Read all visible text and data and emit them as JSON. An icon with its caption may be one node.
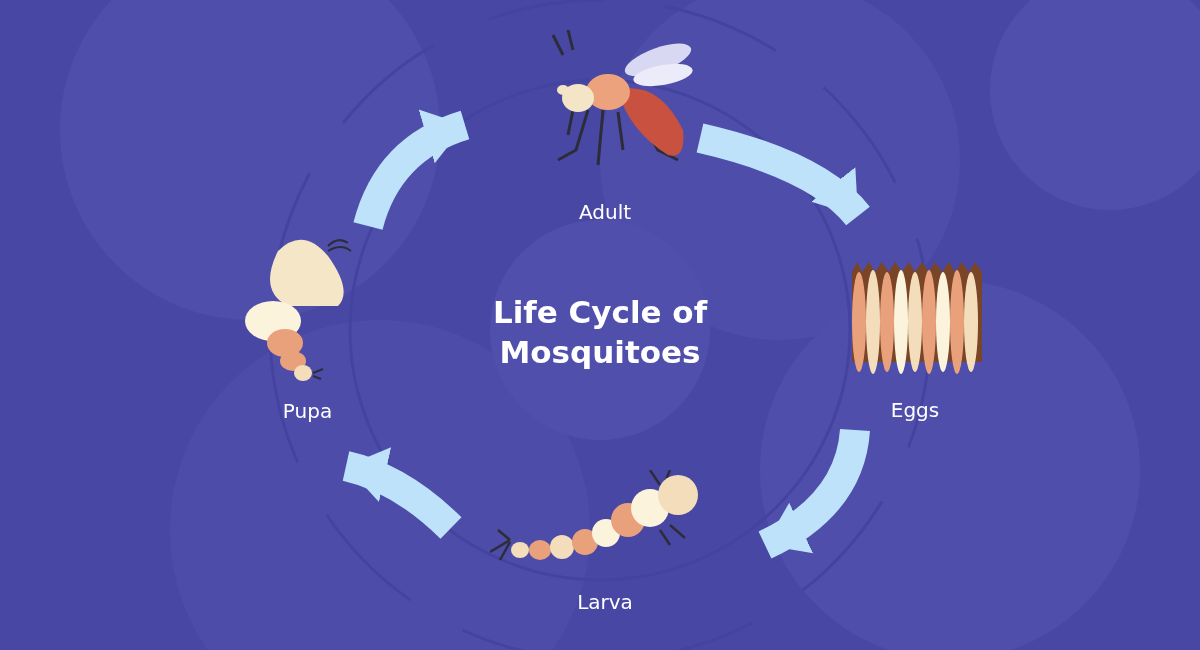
{
  "diagram": {
    "title": "Life Cycle of Mosquitoes",
    "nodes": [
      {
        "text": [
          "Adult"
        ]
      },
      {
        "text": [
          "Eggs"
        ]
      },
      {
        "text": [
          "Larva"
        ]
      },
      {
        "text": [
          "Pupa"
        ]
      }
    ],
    "edges": [
      {
        "from": 0,
        "to": 1,
        "arrow": "to"
      },
      {
        "from": 1,
        "to": 2,
        "arrow": "to"
      },
      {
        "from": 2,
        "to": 3,
        "arrow": "to"
      },
      {
        "from": 3,
        "to": 0,
        "arrow": "to"
      }
    ]
  }
}
